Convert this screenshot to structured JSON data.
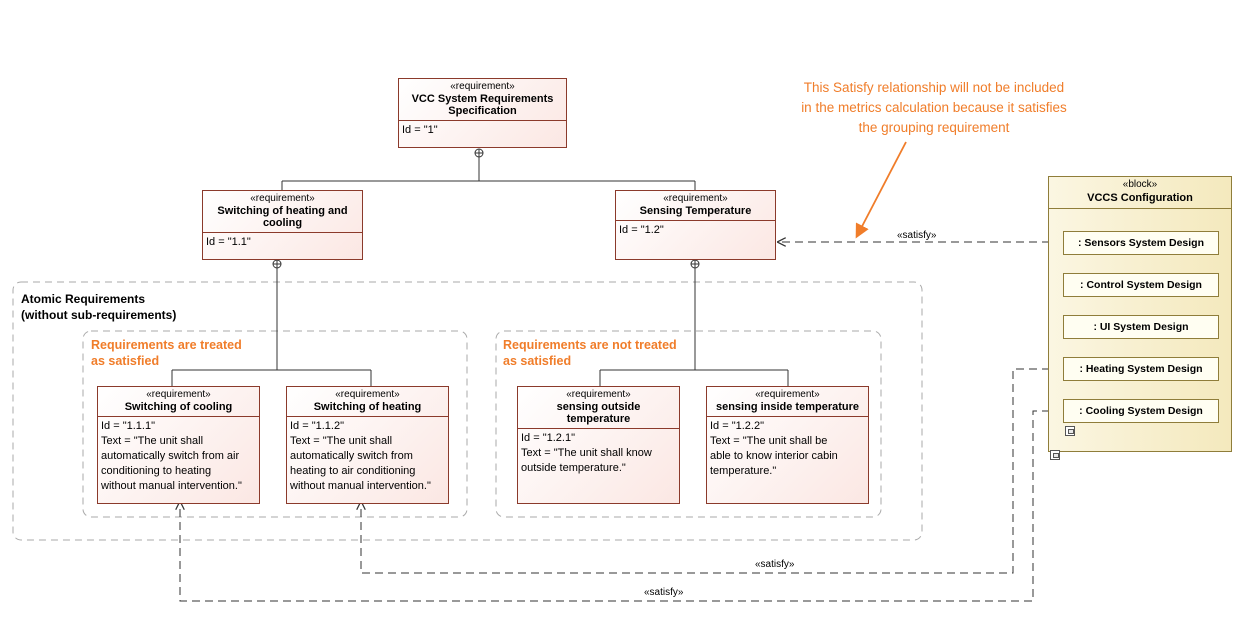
{
  "note": {
    "lines": [
      "This Satisfy relationship will not be included",
      "in the metrics calculation because it satisfies",
      "the grouping requirement"
    ]
  },
  "requirements": {
    "r1": {
      "stereotype": "«requirement»",
      "name_lines": [
        "VCC System Requirements",
        "Specification"
      ],
      "props": [
        "Id = \"1\""
      ]
    },
    "r11": {
      "stereotype": "«requirement»",
      "name_lines": [
        "Switching of heating and",
        "cooling"
      ],
      "props": [
        "Id = \"1.1\""
      ]
    },
    "r12": {
      "stereotype": "«requirement»",
      "name_lines": [
        "Sensing Temperature"
      ],
      "props": [
        "Id = \"1.2\""
      ]
    },
    "r111": {
      "stereotype": "«requirement»",
      "name_lines": [
        "Switching of cooling"
      ],
      "props": [
        "Id = \"1.1.1\"",
        "Text = \"The unit shall",
        "automatically switch from air",
        "conditioning to heating",
        "without manual intervention.\""
      ]
    },
    "r112": {
      "stereotype": "«requirement»",
      "name_lines": [
        "Switching of heating"
      ],
      "props": [
        "Id = \"1.1.2\"",
        "Text = \"The unit shall",
        "automatically switch from",
        "heating to air conditioning",
        "without manual intervention.\""
      ]
    },
    "r121": {
      "stereotype": "«requirement»",
      "name_lines": [
        "sensing outside",
        "temperature"
      ],
      "props": [
        "Id = \"1.2.1\"",
        "Text = \"The unit shall know",
        "outside temperature.\""
      ]
    },
    "r122": {
      "stereotype": "«requirement»",
      "name_lines": [
        "sensing inside temperature"
      ],
      "props": [
        "Id = \"1.2.2\"",
        "Text = \"The unit shall be",
        "able to know interior cabin",
        "temperature.\""
      ]
    }
  },
  "packages": {
    "atomic": {
      "title_lines": [
        "Atomic Requirements",
        "(without sub-requirements)"
      ]
    },
    "treated": {
      "title_lines": [
        "Requirements are treated",
        "as satisfied"
      ]
    },
    "not_treated": {
      "title_lines": [
        "Requirements are not treated",
        "as satisfied"
      ]
    }
  },
  "block": {
    "stereotype": "«block»",
    "name": "VCCS Configuration",
    "parts": [
      ": Sensors System Design",
      ": Control System Design",
      ": UI System Design",
      ": Heating System Design",
      ": Cooling System Design"
    ]
  },
  "relations": {
    "satisfy_top": "«satisfy»",
    "satisfy_mid": "«satisfy»",
    "satisfy_bottom": "«satisfy»"
  },
  "colors": {
    "accent_orange": "#f07d2a",
    "requirement_border": "#8b3a2b",
    "block_fill": "#f4e9bd"
  }
}
